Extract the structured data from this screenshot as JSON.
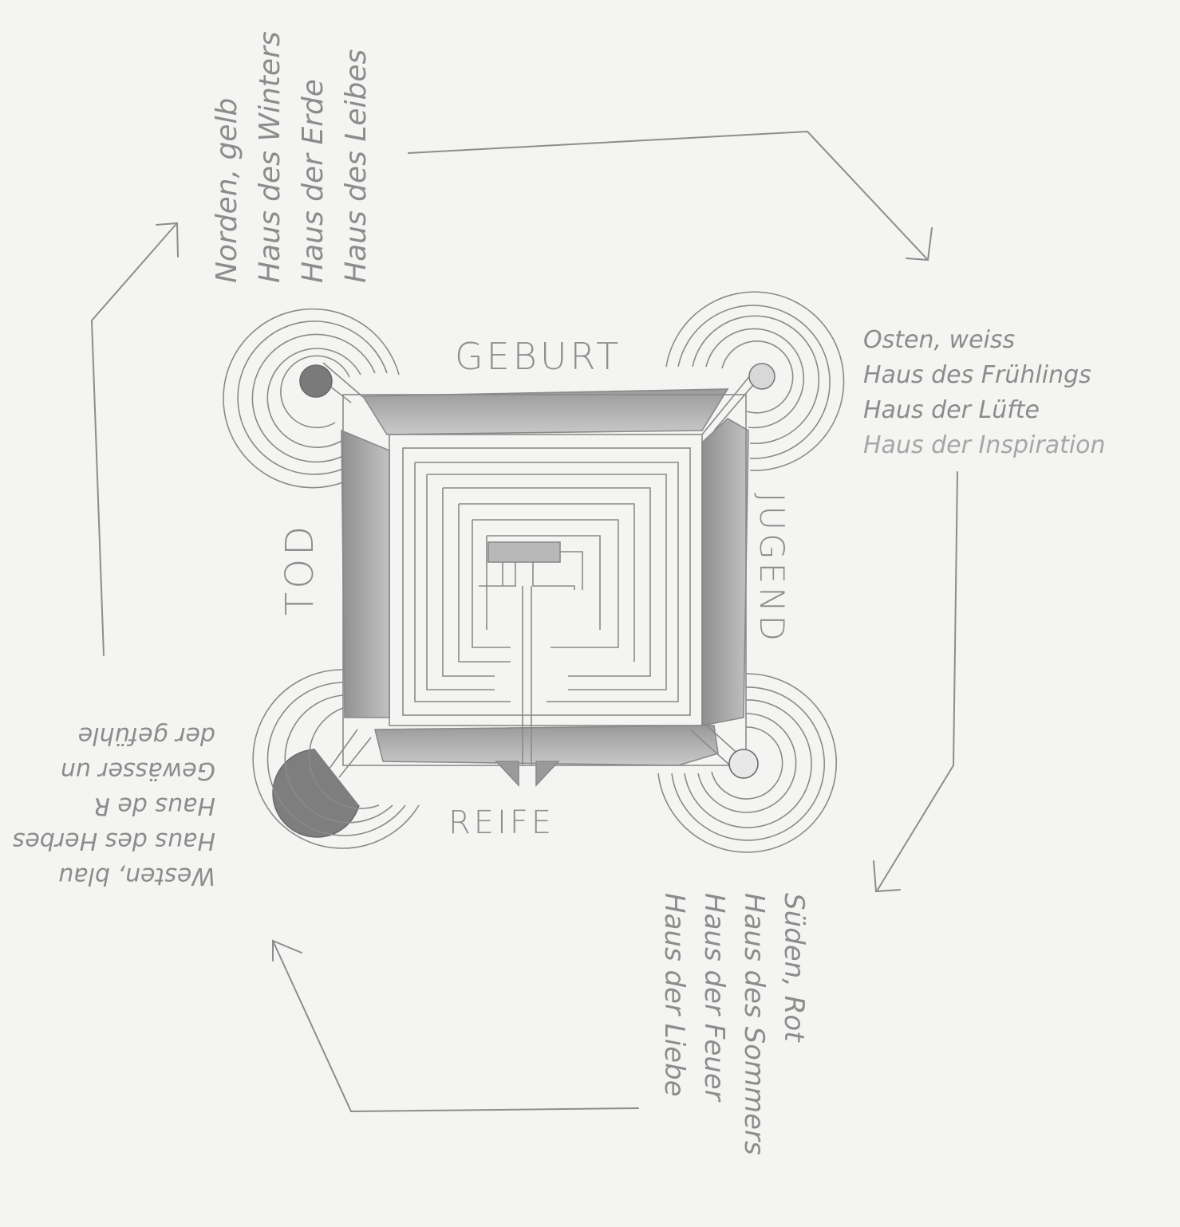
{
  "stages": {
    "top": "GEBURT",
    "right": "JUGEND",
    "bottom": "REIFE",
    "left": "TOD"
  },
  "directions": {
    "north": {
      "title": "Norden, gelb",
      "lines": [
        "Haus des Winters",
        "Haus der Erde",
        "Haus des Leibes"
      ]
    },
    "east": {
      "title": "Osten, weiss",
      "lines": [
        "Haus des Frühlings",
        "Haus der Lüfte",
        "Haus der Inspiration"
      ]
    },
    "south": {
      "title": "Süden, Rot",
      "lines": [
        "Haus des Sommers",
        "Haus der Feuer",
        "Haus der Liebe"
      ]
    },
    "west": {
      "title": "Westen, blau",
      "lines": [
        "Haus des Herbes",
        "Haus de R",
        "Gewässer un",
        "der gefühle"
      ]
    }
  },
  "colors": {
    "paper": "#f4f4f2",
    "pencil": "#8a8a8a",
    "shade": "#b5b5b5"
  }
}
